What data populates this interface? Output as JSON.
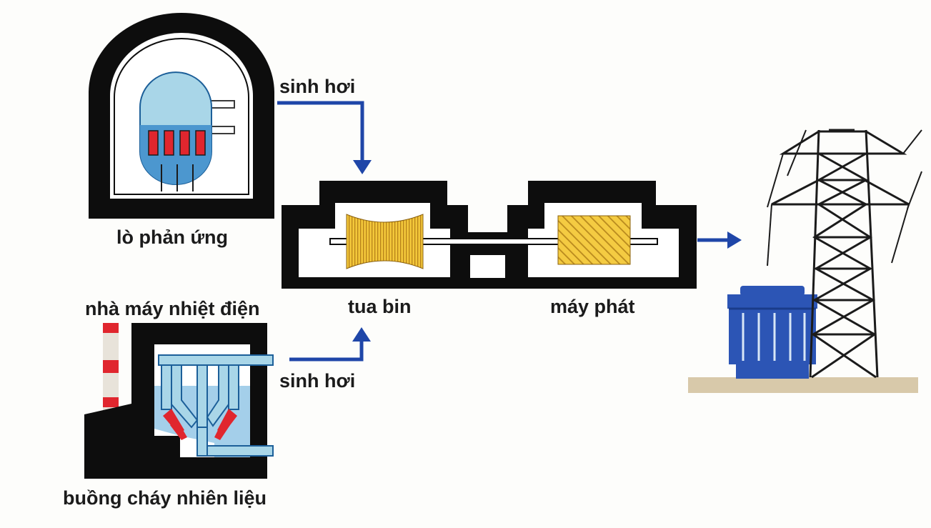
{
  "labels": {
    "steam_top": "sinh hơi",
    "reactor": "lò phản ứng",
    "thermal_plant": "nhà máy nhiệt điện",
    "turbine": "tua bin",
    "generator": "máy phát",
    "steam_bottom": "sinh hơi",
    "combustion_chamber": "buồng cháy nhiên liệu"
  },
  "colors": {
    "outline": "#0d0d0d",
    "arrow": "#1f46a8",
    "reactor_vessel": "#a9d6e8",
    "water": "#4c97cf",
    "fuel_rod": "#e0262e",
    "turbine_gold": "#f2c232",
    "transformer": "#2c55b5",
    "ground": "#d8c9aa"
  }
}
